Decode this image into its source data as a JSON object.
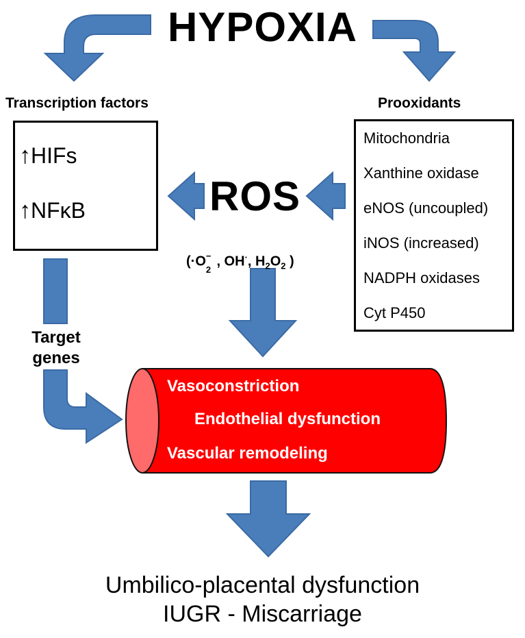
{
  "title": "HYPOXIA",
  "transcription": {
    "heading": "Transcription factors",
    "items": [
      {
        "arrow": "↑",
        "label": "HIFs"
      },
      {
        "arrow": "↑",
        "label": "NFκB"
      }
    ]
  },
  "prooxidants": {
    "heading": "Prooxidants",
    "items": [
      "Mitochondria",
      "Xanthine oxidase",
      "eNOS (uncoupled)",
      "iNOS (increased)",
      "NADPH oxidases",
      "Cyt P450"
    ]
  },
  "ros": {
    "label": "ROS",
    "formula": {
      "open": "(·O",
      "o2_sub": "2",
      "o2_sup": "−",
      "middle": " , OH",
      "oh_sup": "·",
      "sep": ", H",
      "h2o2_sub1": "2",
      "o": "O",
      "h2o2_sub2": "2",
      "close": " )"
    }
  },
  "target_genes": [
    "Target",
    "genes"
  ],
  "vessel": {
    "lines": [
      "Vasoconstriction",
      "Endothelial dysfunction",
      "Vascular remodeling"
    ]
  },
  "outcome": [
    "Umbilico-placental dysfunction",
    "IUGR - Miscarriage"
  ],
  "colors": {
    "arrow": "#4a7ebb",
    "arrow_stroke": "#3a6aa3",
    "vessel": "#ff0000",
    "vessel_end": "#ff6a6a"
  }
}
